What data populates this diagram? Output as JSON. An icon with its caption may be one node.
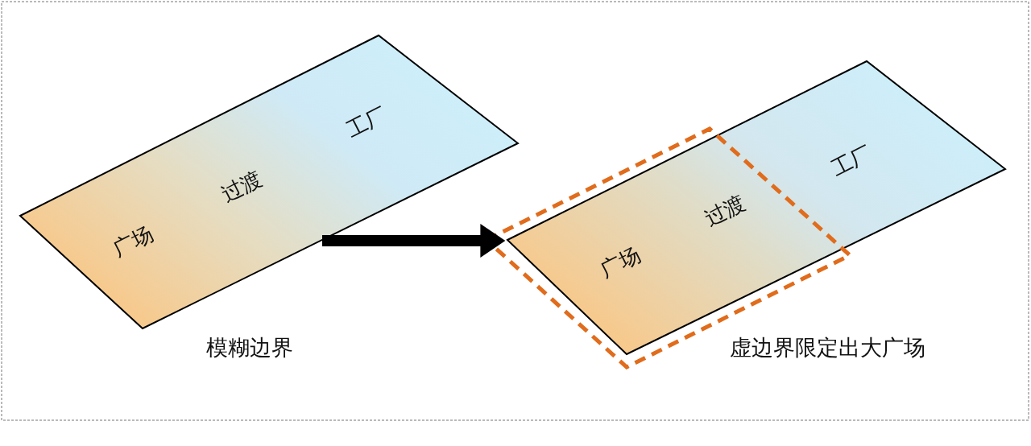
{
  "diagram": {
    "nodes": [
      {
        "text": [
          "广场",
          "过渡",
          "工厂"
        ],
        "beside": [
          "模糊边界"
        ]
      },
      {
        "text": [
          "广场",
          "过渡",
          "工厂"
        ],
        "beside": [
          "虚边界限定出大广场"
        ]
      }
    ],
    "edges": [
      {
        "from": 0,
        "to": 1,
        "arrow": "to"
      }
    ]
  }
}
